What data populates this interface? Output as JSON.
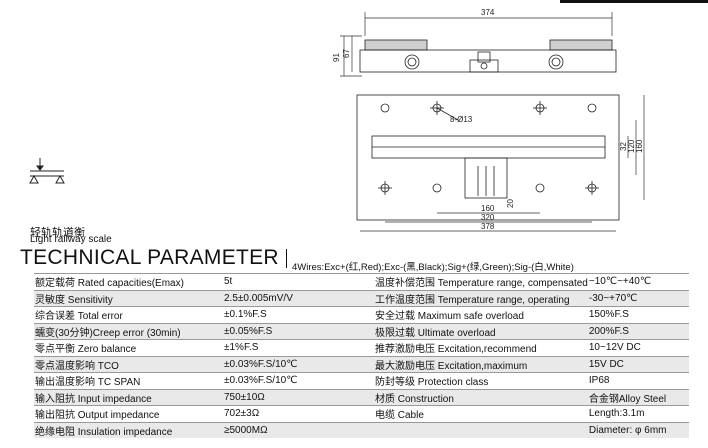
{
  "drawing": {
    "dims": {
      "overall_top": "374",
      "height_91": "91",
      "height_67": "67",
      "hole": "8-Ø13",
      "w32": "32",
      "w120": "120",
      "w160v": "160",
      "w160": "160",
      "w320": "320",
      "w378": "378",
      "small": "20"
    }
  },
  "caption": {
    "cn": "轻轨轨道衡",
    "en": "Light railway scale"
  },
  "heading": {
    "title": "TECHNICAL PARAMETER",
    "wires": "4Wires:Exc+(红,Red);Exc-(黑,Black);Sig+(绿,Green);Sig-(白,White)"
  },
  "specs": [
    {
      "l1": "额定载荷 Rated capacities(Emax)",
      "v1": "5t",
      "l2": "温度补偿范围 Temperature range, compensated",
      "v2": "−10℃~+40℃"
    },
    {
      "l1": "灵敏度 Sensitivity",
      "v1": "2.5±0.005mV/V",
      "l2": "工作温度范围 Temperature range, operating",
      "v2": "-30~+70℃"
    },
    {
      "l1": "综合误差 Total error",
      "v1": "±0.1%F.S",
      "l2": "安全过载 Maximum safe overload",
      "v2": "150%F.S"
    },
    {
      "l1": "蠕变(30分钟)Creep error (30min)",
      "v1": "±0.05%F.S",
      "l2": "极限过载 Ultimate overload",
      "v2": "200%F.S"
    },
    {
      "l1": "零点平衡 Zero balance",
      "v1": "±1%F.S",
      "l2": "推荐激励电压 Excitation,recommend",
      "v2": "10~12V DC"
    },
    {
      "l1": "零点温度影响 TCO",
      "v1": "±0.03%F.S/10℃",
      "l2": "最大激励电压 Excitation,maximum",
      "v2": "15V DC"
    },
    {
      "l1": "输出温度影响 TC SPAN",
      "v1": "±0.03%F.S/10℃",
      "l2": "防封等级 Protection class",
      "v2": "IP68"
    },
    {
      "l1": "输入阻抗 Input impedance",
      "v1": "750±10Ω",
      "l2": "材质 Construction",
      "v2": "合金钢Alloy Steel"
    },
    {
      "l1": "输出阻抗 Output impedance",
      "v1": "702±3Ω",
      "l2": "电缆 Cable",
      "v2": "Length:3.1m"
    },
    {
      "l1": "绝缘电阻 Insulation impedance",
      "v1": "≥5000MΩ",
      "l2": "",
      "v2": "Diameter: φ 6mm"
    }
  ]
}
